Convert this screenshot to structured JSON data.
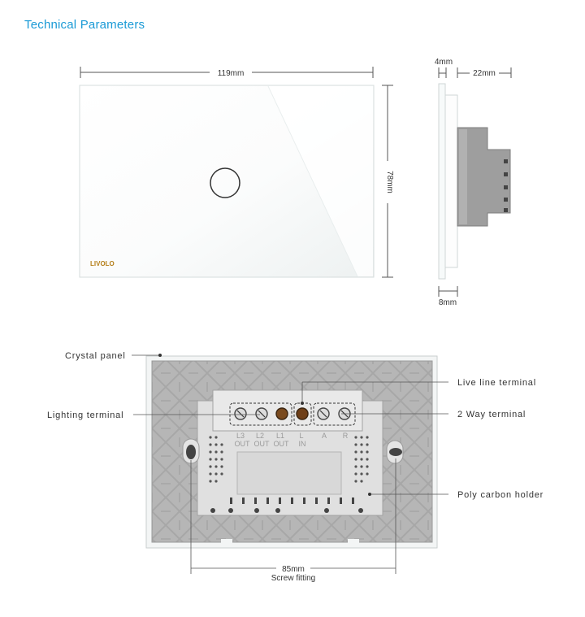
{
  "page": {
    "title": "Technical Parameters"
  },
  "dimensions": {
    "width": "119mm",
    "height": "78mm",
    "glass_thickness": "4mm",
    "depth": "22mm",
    "base": "8mm",
    "screw_spacing": "85mm",
    "screw_caption": "Screw fitting"
  },
  "front": {
    "brand": "LIVOLO"
  },
  "terminals": {
    "labels": [
      "L3",
      "L2",
      "L1",
      "L",
      "A",
      "R"
    ],
    "sublabels": [
      "OUT",
      "OUT",
      "OUT",
      "IN"
    ]
  },
  "callouts": {
    "crystal_panel": "Crystal panel",
    "live_line": "Live line terminal",
    "lighting": "Lighting terminal",
    "two_way": "2 Way terminal",
    "poly_carbon": "Poly carbon holder"
  },
  "colors": {
    "accent": "#1a9ad6",
    "housing": "#b4b4b4",
    "glass": "#f4f6f6"
  }
}
